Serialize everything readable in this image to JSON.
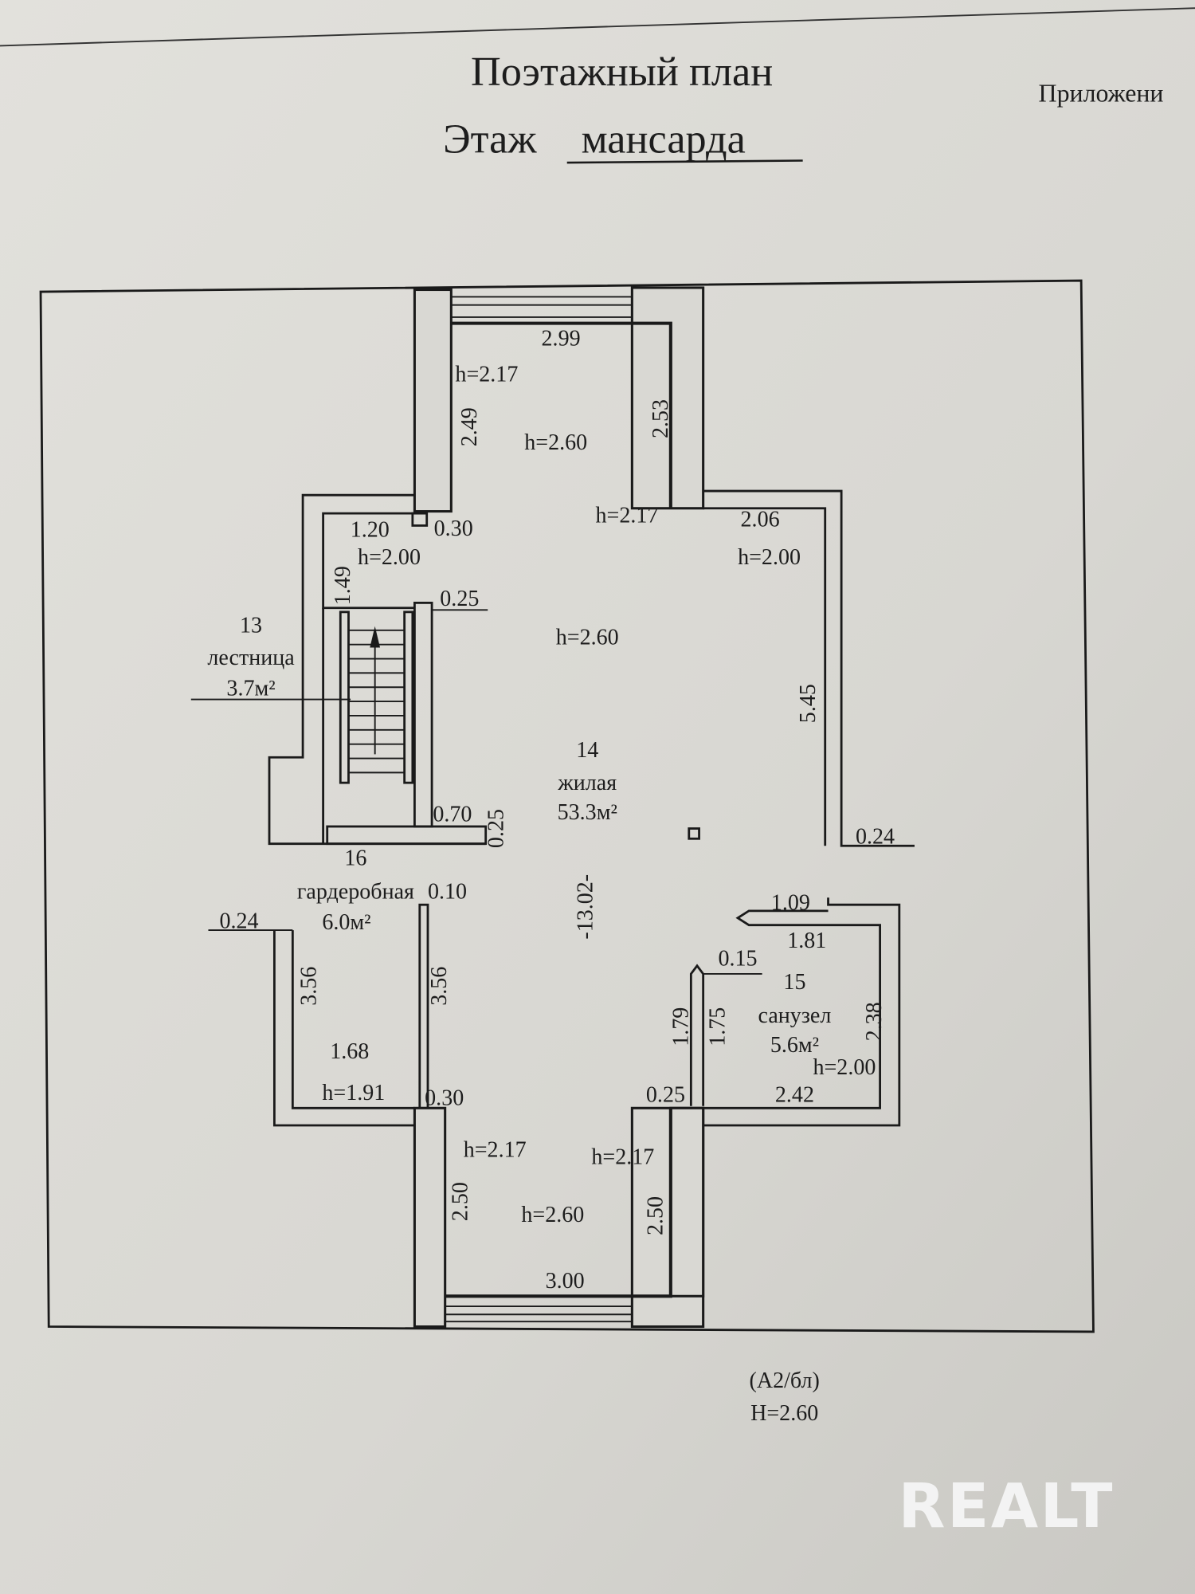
{
  "header": {
    "title": "Поэтажный план",
    "floor_label": "Этаж",
    "floor_value": "мансарда",
    "appendix": "Приложени"
  },
  "rooms": {
    "r13": {
      "number": "13",
      "name": "лестница",
      "area": "3.7м²"
    },
    "r14": {
      "number": "14",
      "name": "жилая",
      "area": "53.3м²"
    },
    "r15": {
      "number": "15",
      "name": "санузел",
      "area": "5.6м²"
    },
    "r16": {
      "number": "16",
      "name": "гардеробная",
      "area": "6.0м²"
    }
  },
  "dims": [
    "2.99",
    "h=2.17",
    "2.49",
    "h=2.60",
    "2.53",
    "h=2.17",
    "2.06",
    "h=2.00",
    "1.20",
    "0.30",
    "h=2.00",
    "1.49",
    "0.25",
    "h=2.60",
    "5.45",
    "0.70",
    "0.25",
    "0.24",
    "-13.02-",
    "0.10",
    "0.24",
    "1.09",
    "1.81",
    "0.15",
    "3.56",
    "3.56",
    "1.79",
    "1.75",
    "2.38",
    "1.68",
    "h=2.00",
    "h=1.91",
    "0.30",
    "0.25",
    "2.42",
    "h=2.17",
    "h=2.17",
    "2.50",
    "h=2.60",
    "2.50",
    "3.00"
  ],
  "footer": {
    "code": "(А2/бл)",
    "height": "H=2.60"
  },
  "watermark": "REALT",
  "colors": {
    "paper": "#d6d5d0",
    "ink": "#1a1a1a",
    "watermark": "#f3f3f3"
  }
}
